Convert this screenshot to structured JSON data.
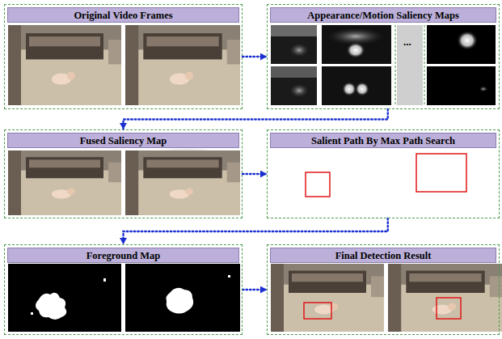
{
  "diagram": {
    "nodes": [
      {
        "text": [
          "Original Video Frames"
        ]
      },
      {
        "text": [
          "Appearance/Motion Saliency Maps"
        ]
      },
      {
        "text": [
          "Fused Saliency Map"
        ]
      },
      {
        "text": [
          "Salient Path By Max Path Search"
        ]
      },
      {
        "text": [
          "Foreground Map"
        ]
      },
      {
        "text": [
          "Final Detection Result"
        ]
      }
    ],
    "edges": [
      {
        "from": 0,
        "to": 1,
        "arrow": "to"
      },
      {
        "from": 1,
        "to": 2,
        "arrow": "to"
      },
      {
        "from": 2,
        "to": 3,
        "arrow": "to"
      },
      {
        "from": 3,
        "to": 4,
        "arrow": "to"
      },
      {
        "from": 4,
        "to": 5,
        "arrow": "to"
      }
    ],
    "labels": [
      "..."
    ]
  }
}
